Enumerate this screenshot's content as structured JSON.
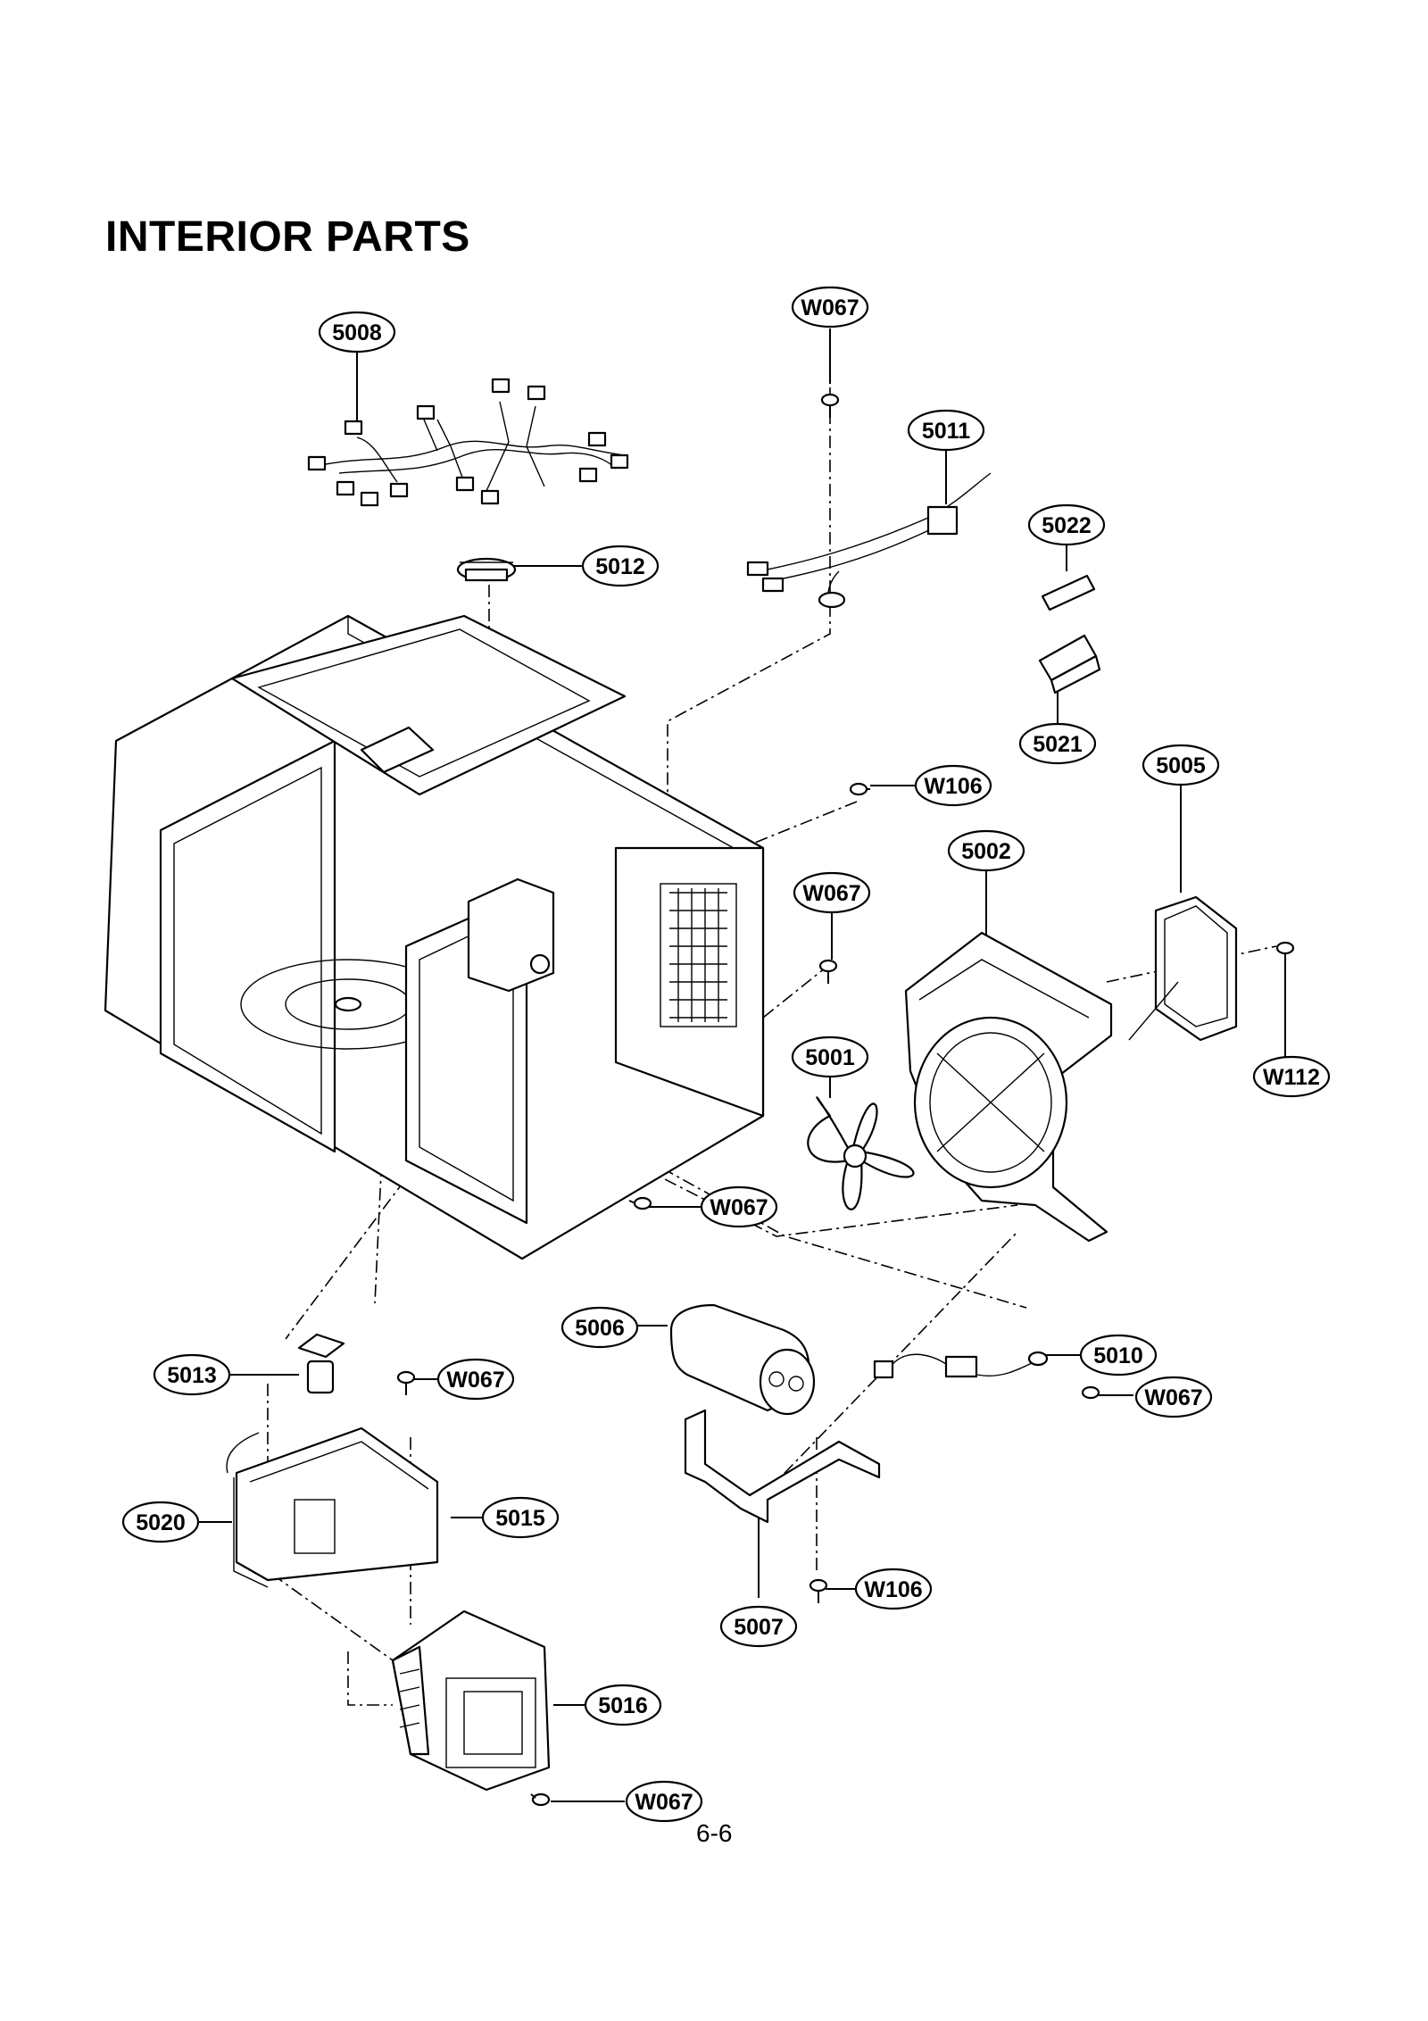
{
  "page": {
    "title": "INTERIOR PARTS",
    "page_number": "6-6"
  },
  "callouts": [
    {
      "id": "c-W067-top",
      "text": "W067"
    },
    {
      "id": "c-5008",
      "text": "5008"
    },
    {
      "id": "c-5011",
      "text": "5011"
    },
    {
      "id": "c-5022",
      "text": "5022"
    },
    {
      "id": "c-5012",
      "text": "5012"
    },
    {
      "id": "c-5021",
      "text": "5021"
    },
    {
      "id": "c-5005",
      "text": "5005"
    },
    {
      "id": "c-W106-top",
      "text": "W106"
    },
    {
      "id": "c-5002",
      "text": "5002"
    },
    {
      "id": "c-W067-mid",
      "text": "W067"
    },
    {
      "id": "c-W112",
      "text": "W112"
    },
    {
      "id": "c-5001",
      "text": "5001"
    },
    {
      "id": "c-W067-cavity",
      "text": "W067"
    },
    {
      "id": "c-5006",
      "text": "5006"
    },
    {
      "id": "c-5010",
      "text": "5010"
    },
    {
      "id": "c-W067-5010",
      "text": "W067"
    },
    {
      "id": "c-5013",
      "text": "5013"
    },
    {
      "id": "c-W067-5015",
      "text": "W067"
    },
    {
      "id": "c-5020",
      "text": "5020"
    },
    {
      "id": "c-5015",
      "text": "5015"
    },
    {
      "id": "c-W106-bottom",
      "text": "W106"
    },
    {
      "id": "c-5007",
      "text": "5007"
    },
    {
      "id": "c-5016",
      "text": "5016"
    },
    {
      "id": "c-W067-bottom",
      "text": "W067"
    }
  ]
}
